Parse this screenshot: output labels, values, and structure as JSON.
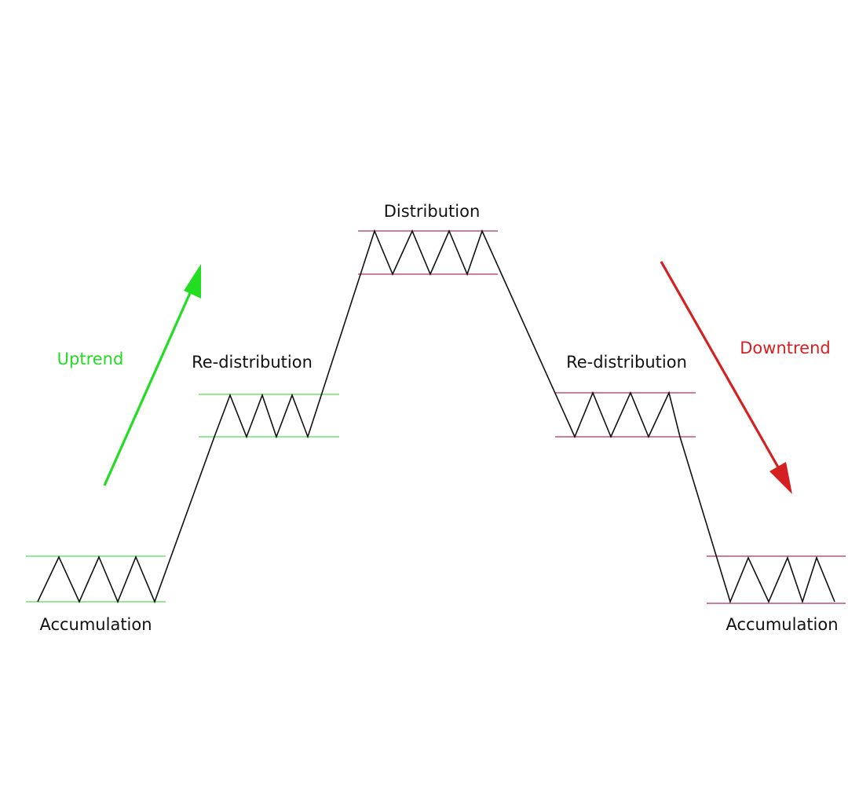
{
  "labels": {
    "accumulation_left": "Accumulation",
    "redistribution_left": "Re-distribution",
    "distribution": "Distribution",
    "redistribution_right": "Re-distribution",
    "accumulation_right": "Accumulation",
    "uptrend": "Uptrend",
    "downtrend": "Downtrend"
  },
  "colors": {
    "uptrend": "#22dd22",
    "downtrend": "#d42020",
    "band_green": "#55dd55",
    "band_red": "#b0305a",
    "price_line": "#111111"
  }
}
